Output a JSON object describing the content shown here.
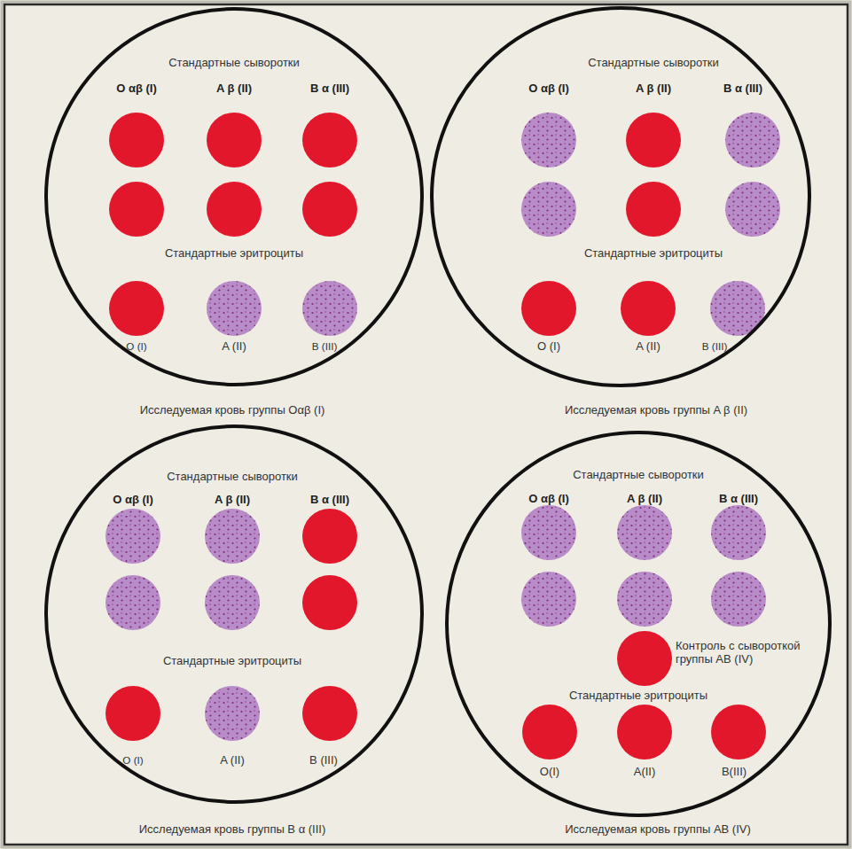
{
  "diagram": {
    "nodes": [
      {
        "text": [
          "Стандартные сыворотки",
          "O αβ (I)",
          "A β (II)",
          "B α (III)",
          "Стандартные эритроциты",
          "O (I)",
          "A (II)",
          "B (III)",
          "Исследуемая кровь группы Oαβ (I)"
        ]
      },
      {
        "text": [
          "Стандартные сыворотки",
          "O αβ (I)",
          "A β (II)",
          "B α (III)",
          "Стандартные эритроциты",
          "O (I)",
          "A (II)",
          "B (III)",
          "Исследуемая кровь группы A β (II)"
        ]
      },
      {
        "text": [
          "Стандартные сыворотки",
          "O αβ (I)",
          "A β (II)",
          "B α (III)",
          "Стандартные эритроциты",
          "O (I)",
          "A (II)",
          "B (III)",
          "Исследуемая кровь группы B α (III)"
        ]
      },
      {
        "text": [
          "Стандартные сыворотки",
          "O αβ (I)",
          "A β (II)",
          "B α (III)",
          "Контроль с сывороткой группы AB (IV)",
          "Стандартные эритроциты",
          "O(I)",
          "A(II)",
          "B(III)",
          "Исследуемая кровь группы AB (IV)"
        ]
      }
    ]
  }
}
